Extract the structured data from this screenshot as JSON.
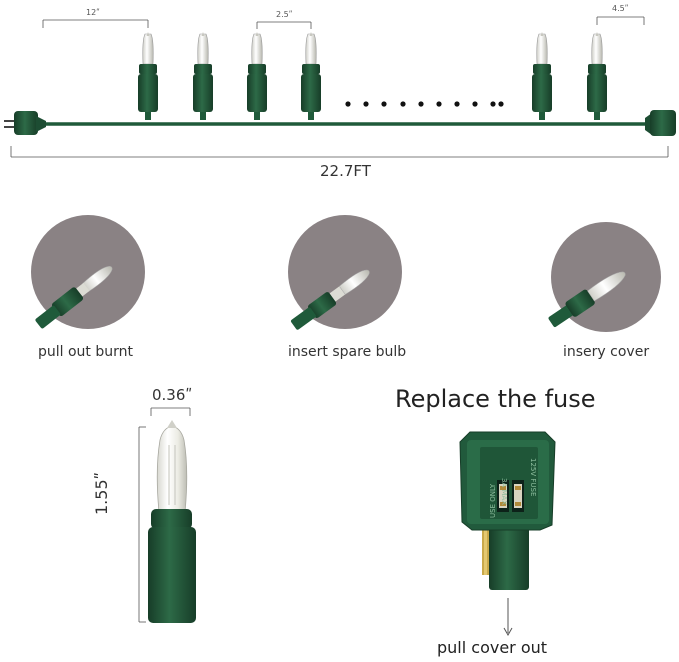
{
  "dimensions": {
    "spacing_first": "12ʺ",
    "spacing_bulbs": "2.5ʺ",
    "spacing_last": "4.5ʺ",
    "total_length": "22.7FT",
    "bulb_width": "0.36ʺ",
    "bulb_height": "1.55ʺ"
  },
  "steps": [
    {
      "label": "pull out burnt",
      "icon": "bulb-pull-out-icon"
    },
    {
      "label": "insert spare bulb",
      "icon": "bulb-insert-icon"
    },
    {
      "label": "insery cover",
      "icon": "bulb-cover-icon"
    }
  ],
  "fuse": {
    "title": "Replace the fuse",
    "caption": "pull cover out",
    "plug_text_left": "USE ONLY",
    "plug_text_mid": "3A MAX",
    "plug_text_right": "125V FUSE"
  },
  "colors": {
    "wire_green": "#1f5a3a",
    "socket_green": "#24523a",
    "circle_gray": "#8a8284",
    "dim_line": "#555555"
  }
}
